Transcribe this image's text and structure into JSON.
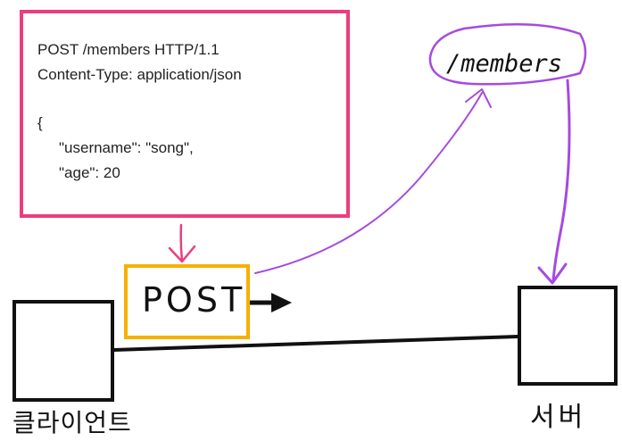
{
  "request": {
    "line1": "POST /members HTTP/1.1",
    "line2": "Content-Type: application/json",
    "line3": "{",
    "line4": "\"username\": \"song\",",
    "line5": "\"age\": 20"
  },
  "method_label": "POST",
  "path_label": "/members",
  "client_label": "클라이언트",
  "server_label": "서버",
  "colors": {
    "request_border": "#ec3d80",
    "method_border": "#f7b000",
    "path_stroke": "#a64ae0",
    "node_border": "#111111"
  }
}
